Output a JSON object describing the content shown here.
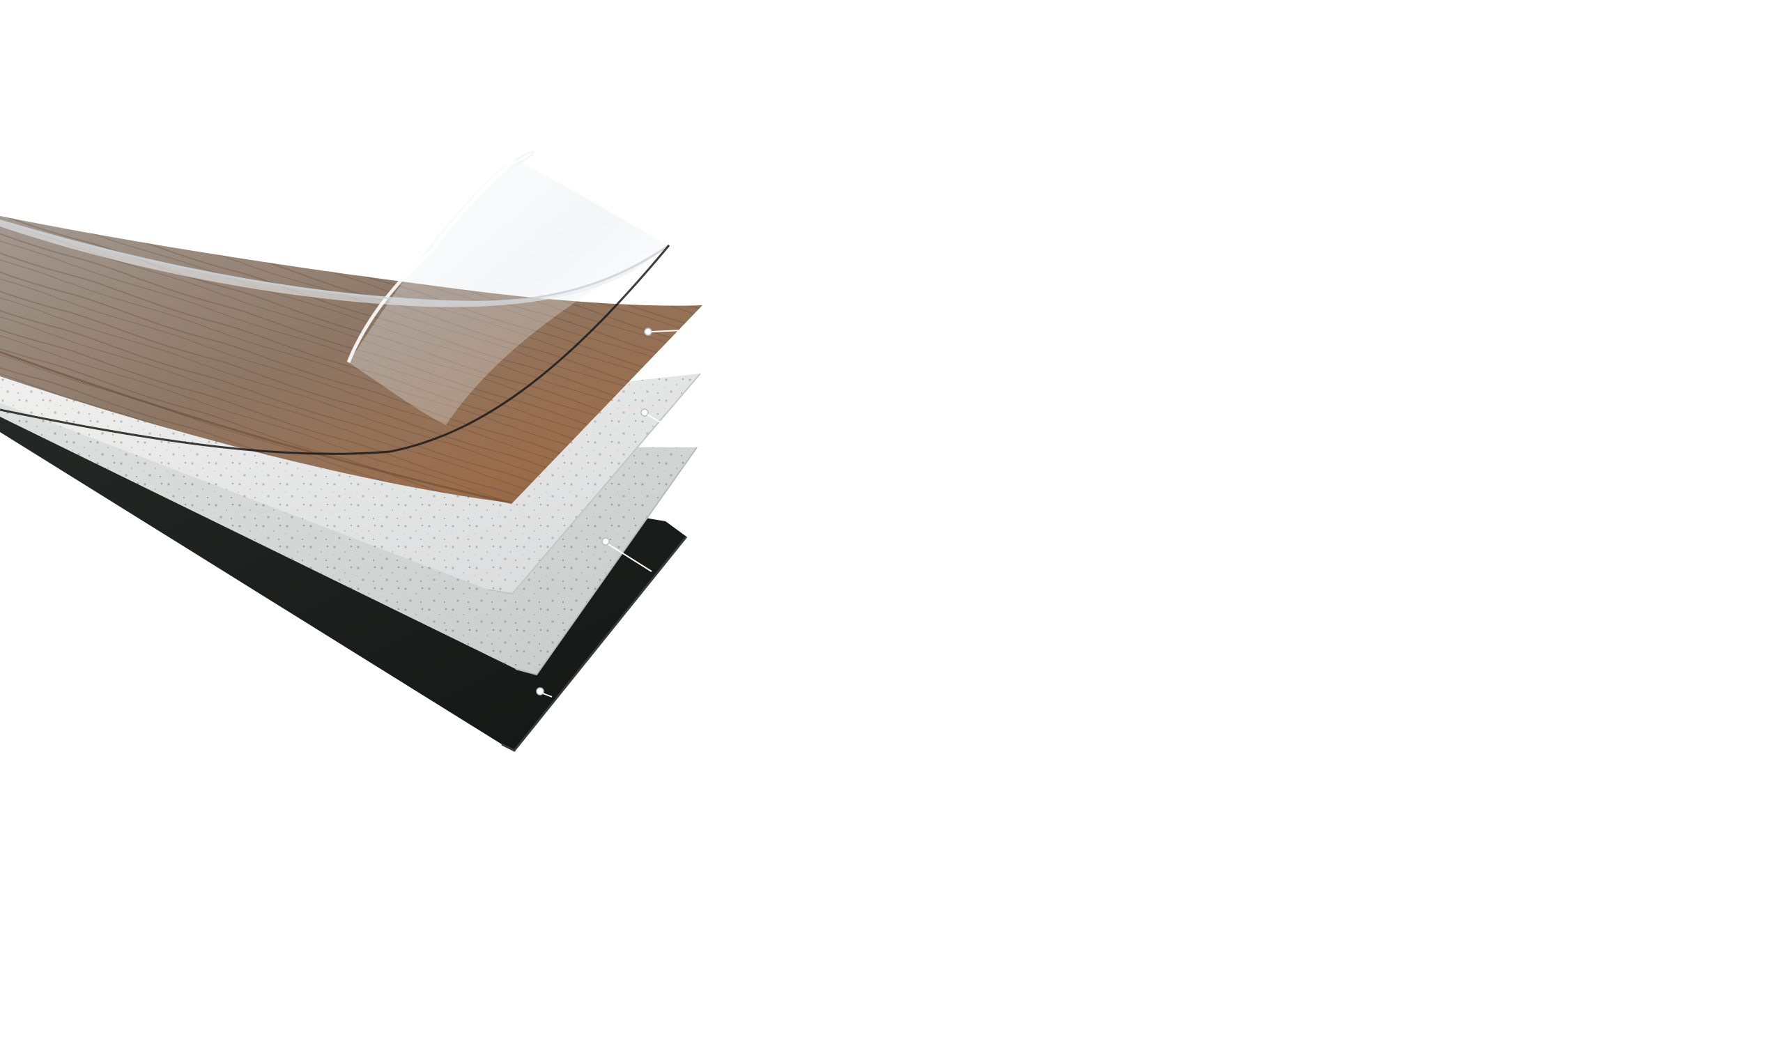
{
  "image": {
    "subject": "layered-flooring-plank",
    "background_color": "#ffffff"
  },
  "layers": [
    {
      "name": "clear-wear-layer",
      "color": "#e9eef2"
    },
    {
      "name": "wood-decor-layer",
      "color": "#8a6a52"
    },
    {
      "name": "speckled-core-layer",
      "color": "#dedfdf"
    },
    {
      "name": "speckled-base-layer",
      "color": "#cfd1d1"
    },
    {
      "name": "black-backing-layer",
      "color": "#1b1d1c"
    }
  ],
  "callout_markers": 4
}
